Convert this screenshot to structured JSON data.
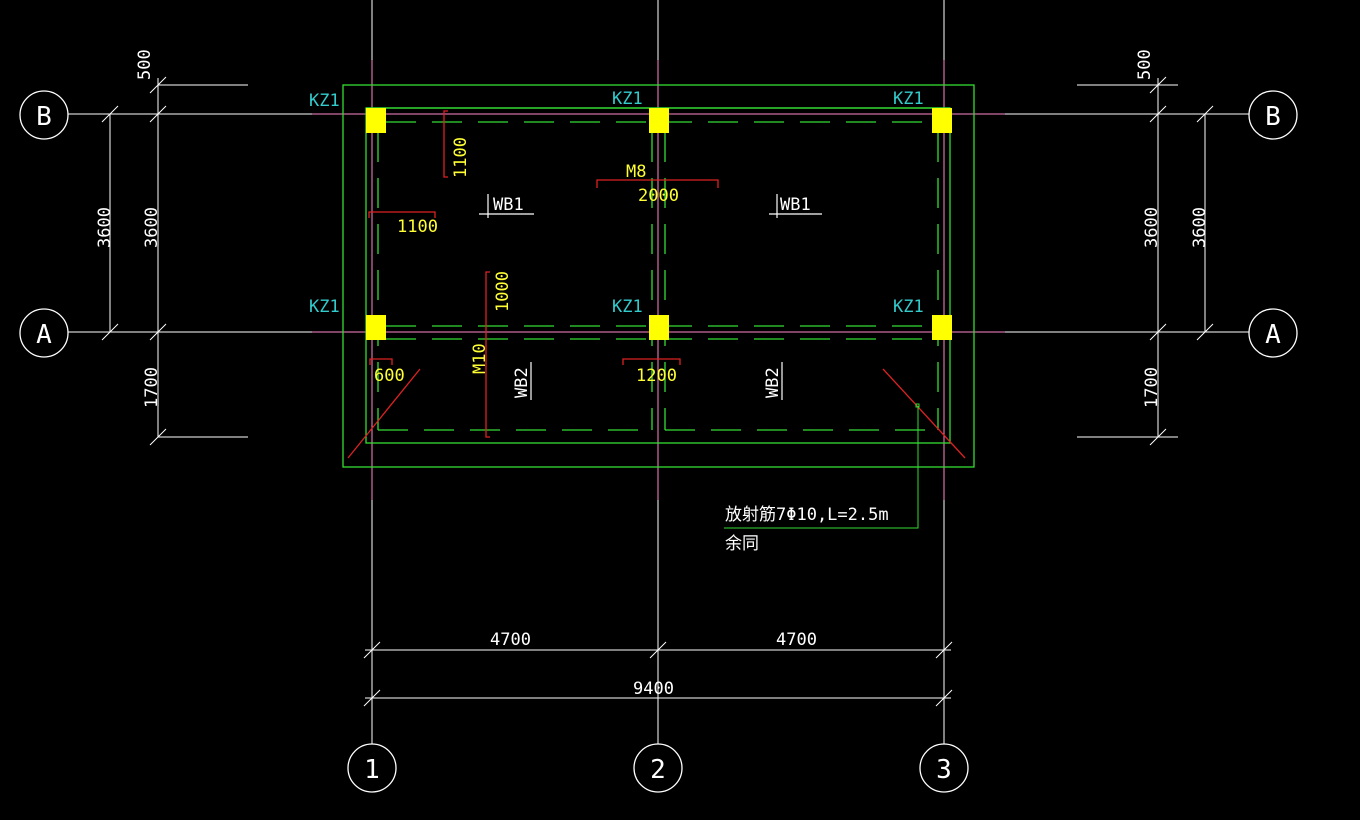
{
  "axes": {
    "B": "B",
    "A": "A",
    "one": "1",
    "two": "2",
    "three": "3"
  },
  "columns": {
    "label": "KZ1"
  },
  "dims_left": {
    "top": "500",
    "inner": "3600",
    "outer": "3600",
    "bottom": "1700"
  },
  "dims_right": {
    "top": "500",
    "inner": "3600",
    "outer": "3600",
    "bottom": "1700"
  },
  "dims_bottom": {
    "span1": "4700",
    "span2": "4700",
    "total": "9400"
  },
  "annotations": {
    "m8": "M8",
    "m8_len": "2000",
    "top_left_vert": "1100",
    "top_left_horiz": "1100",
    "m10": "M10",
    "m10_len": "1000",
    "bl_len": "600",
    "mid_len": "1200",
    "wb1": "WB1",
    "wb2": "WB2"
  },
  "note": {
    "line1": "放射筋7Φ10,L=2.5m",
    "line2": "余同"
  },
  "colors": {
    "bg": "#000000",
    "grid": "#ffffff",
    "axis_pink": "#ff88cc",
    "beam": "#33dd33",
    "column": "#ffff00",
    "rebar": "#dd2222",
    "text_dim": "#ffff33",
    "text_label": "#33cccc"
  }
}
